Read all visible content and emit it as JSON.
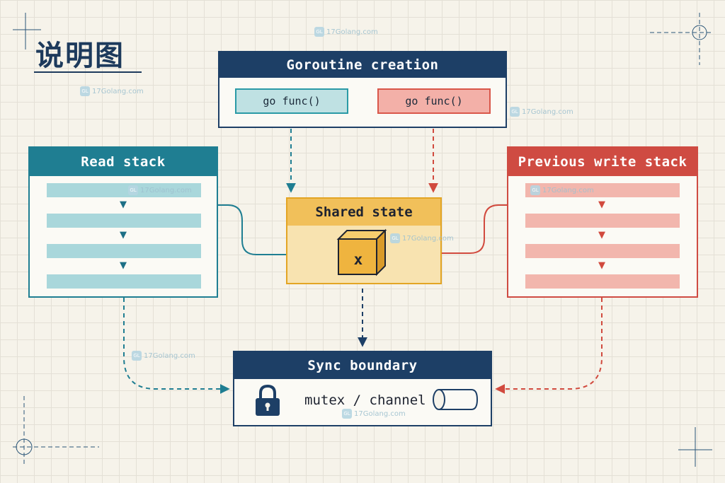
{
  "title": "说明图",
  "goroutine_creation": {
    "title": "Goroutine creation",
    "left_call": "go func()",
    "right_call": "go func()"
  },
  "read_stack": {
    "title": "Read stack",
    "frame_count": 4
  },
  "previous_write_stack": {
    "title": "Previous write stack",
    "frame_count": 4
  },
  "shared_state": {
    "title": "Shared state",
    "variable": "x"
  },
  "sync_boundary": {
    "title": "Sync boundary",
    "label": "mutex / channel"
  },
  "watermark": {
    "text": "17Golang.com",
    "badge": "GL"
  },
  "colors": {
    "navy": "#1d3f66",
    "teal": "#1f7e92",
    "red": "#cf4b42",
    "amber": "#f1c05a"
  },
  "icons": [
    "lock-icon",
    "cylinder-icon",
    "cube-icon",
    "crosshair-icon"
  ]
}
